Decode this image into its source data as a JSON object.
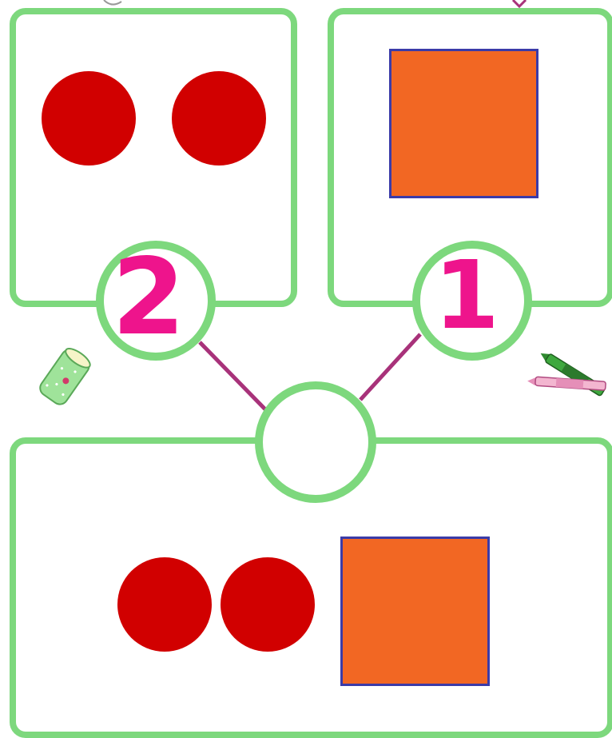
{
  "part_left": {
    "number": "2",
    "shape": "red-circle",
    "count": 2
  },
  "part_right": {
    "number": "1",
    "shape": "orange-square",
    "count": 1
  },
  "whole": {
    "number": "",
    "contents": [
      "red-circle",
      "red-circle",
      "orange-square"
    ]
  },
  "colors": {
    "frame": "#7dd87d",
    "numeral": "#ee148c",
    "connector": "#a8327a",
    "circle_fill": "#d10000",
    "square_fill": "#f26723",
    "square_border": "#3b3ba8"
  },
  "icons": [
    "glue-stick-icon",
    "crayons-icon"
  ]
}
